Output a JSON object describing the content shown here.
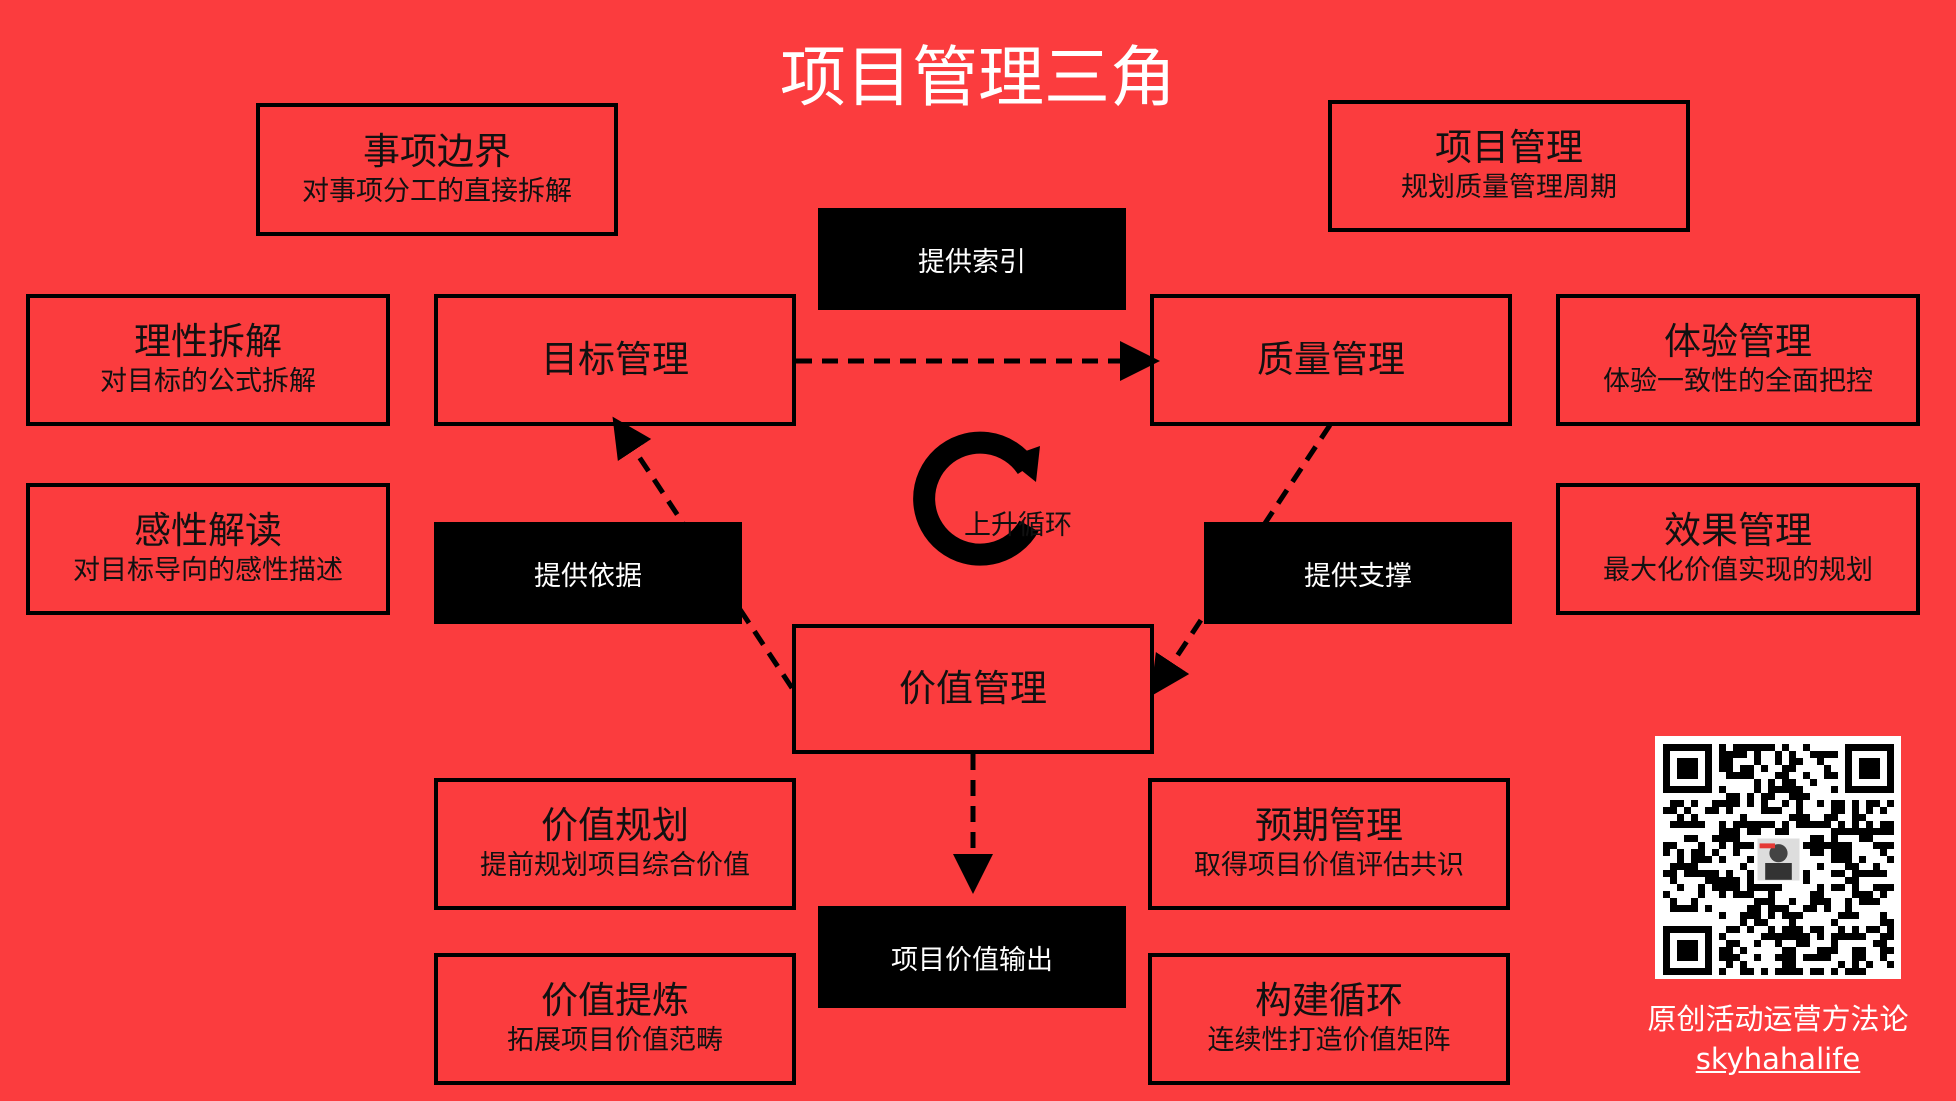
{
  "title": "项目管理三角",
  "boxes": {
    "event_boundary": {
      "title": "事项边界",
      "subtitle": "对事项分工的直接拆解"
    },
    "project_mgmt": {
      "title": "项目管理",
      "subtitle": "规划质量管理周期"
    },
    "rational": {
      "title": "理性拆解",
      "subtitle": "对目标的公式拆解"
    },
    "emotional": {
      "title": "感性解读",
      "subtitle": "对目标导向的感性描述"
    },
    "goal": {
      "title": "目标管理"
    },
    "quality": {
      "title": "质量管理"
    },
    "experience": {
      "title": "体验管理",
      "subtitle": "体验一致性的全面把控"
    },
    "effect": {
      "title": "效果管理",
      "subtitle": "最大化价值实现的规划"
    },
    "value": {
      "title": "价值管理"
    },
    "value_plan": {
      "title": "价值规划",
      "subtitle": "提前规划项目综合价值"
    },
    "value_refine": {
      "title": "价值提炼",
      "subtitle": "拓展项目价值范畴"
    },
    "expectation": {
      "title": "预期管理",
      "subtitle": "取得项目价值评估共识"
    },
    "build_cycle": {
      "title": "构建循环",
      "subtitle": "连续性打造价值矩阵"
    }
  },
  "tags": {
    "index": "提供索引",
    "basis": "提供依据",
    "support": "提供支撑",
    "output": "项目价值输出"
  },
  "cycle": {
    "label": "上升循环"
  },
  "brand": {
    "line1": "原创活动运营方法论",
    "line2": "skyhahalife"
  },
  "colors": {
    "background": "#fb3c3e",
    "ink": "#000000",
    "text_light": "#ffffff"
  }
}
